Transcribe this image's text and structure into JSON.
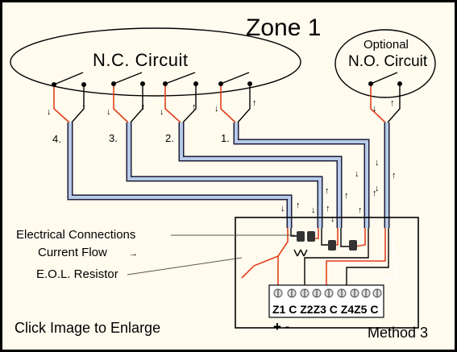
{
  "title": "Zone 1",
  "nc_label": "N.C. Circuit",
  "no_optional": "Optional",
  "no_label": "N.O. Circuit",
  "device_numbers": [
    "4.",
    "3.",
    "2.",
    "1."
  ],
  "labels": {
    "connections": "Electrical Connections",
    "current_flow": "Current Flow",
    "eol": "E.O.L. Resistor"
  },
  "terminal_labels": "Z1  C  Z2Z3  C  Z4Z5  C",
  "polarity": "+ -",
  "footer_left": "Click Image to Enlarge",
  "footer_right": "Method 3",
  "colors": {
    "background": "#fffbee",
    "cable_fill": "#b7cbe8",
    "wire_red": "#e2401a"
  }
}
